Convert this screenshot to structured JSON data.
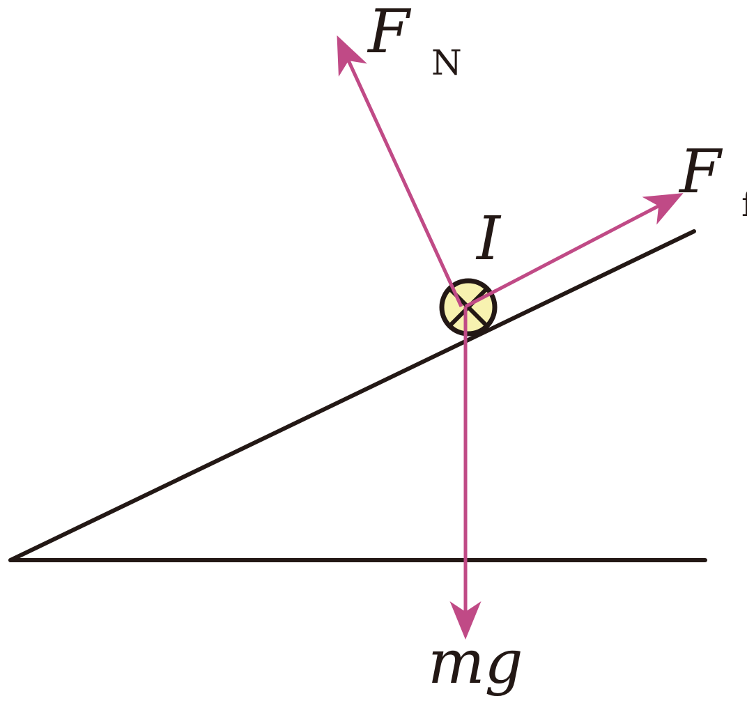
{
  "labels": {
    "normal_force": {
      "symbol": "F",
      "subscript": "N"
    },
    "friction_force": {
      "symbol": "F",
      "subscript": "f"
    },
    "current": "I",
    "gravity": "mg"
  },
  "icons": {
    "conductor": "current-into-page-icon"
  },
  "colors": {
    "force": "#c04a86",
    "line": "#231815",
    "conductor_fill": "#f7f2b0",
    "background": "#ffffff"
  }
}
